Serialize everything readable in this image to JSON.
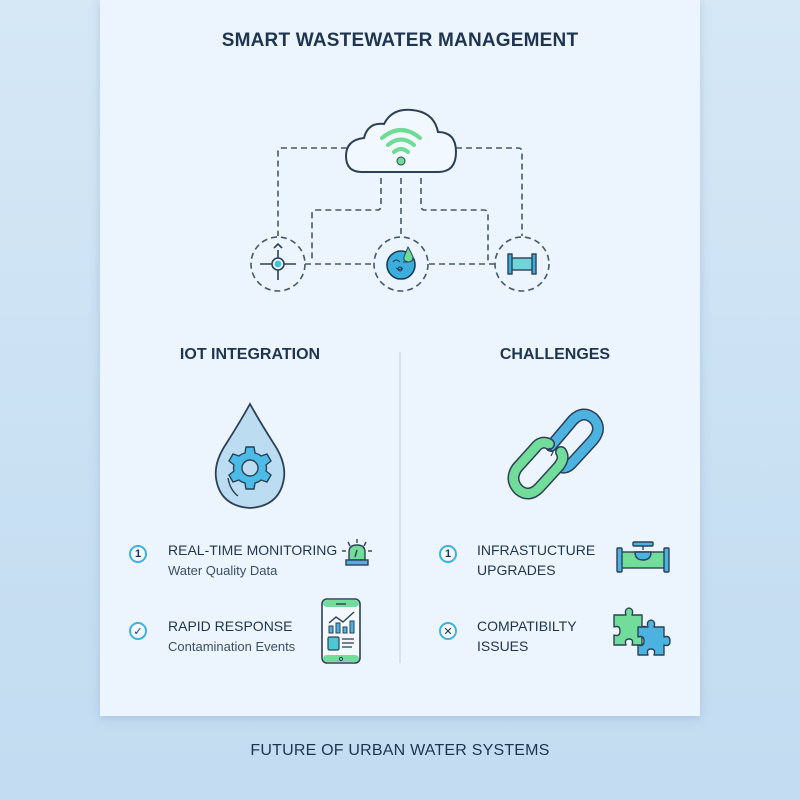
{
  "header": {
    "title": "SMART WASTEWATER MANAGEMENT"
  },
  "diagram": {
    "hub": {
      "icon": "cloud-wifi-icon"
    },
    "nodes": [
      {
        "icon": "sensor-crosshair-icon"
      },
      {
        "icon": "water-globe-icon"
      },
      {
        "icon": "pipe-icon"
      }
    ]
  },
  "left_section": {
    "heading": "IOT INTEGRATION",
    "hero_icon": "water-drop-gear-icon",
    "items": [
      {
        "badge": "1",
        "badge_icon": "number-badge-icon",
        "title": "REAL-TIME MONITORING",
        "subtitle": "Water Quality Data",
        "icon": "alarm-beacon-icon"
      },
      {
        "badge": "✓",
        "badge_icon": "check-badge-icon",
        "title": "RAPID RESPONSE",
        "subtitle": "Contamination Events",
        "icon": "smartphone-dashboard-icon"
      }
    ]
  },
  "right_section": {
    "heading": "CHALLENGES",
    "hero_icon": "broken-chain-link-icon",
    "items": [
      {
        "badge": "1",
        "badge_icon": "number-badge-icon",
        "title_line1": "INFRASTUCTURE",
        "title_line2": "UPGRADES",
        "icon": "pipe-valve-icon"
      },
      {
        "badge": "✕",
        "badge_icon": "x-badge-icon",
        "title_line1": "COMPATIBILTY",
        "title_line2": "ISSUES",
        "icon": "puzzle-pieces-icon"
      }
    ]
  },
  "footer": {
    "text": "FUTURE OF URBAN WATER SYSTEMS"
  },
  "colors": {
    "background": "#c9e0f3",
    "card": "#ecf5fe",
    "text_dark": "#1e3550",
    "accent_blue": "#3fb1e0",
    "accent_green": "#6fdc95",
    "divider": "#d3e3f3"
  }
}
